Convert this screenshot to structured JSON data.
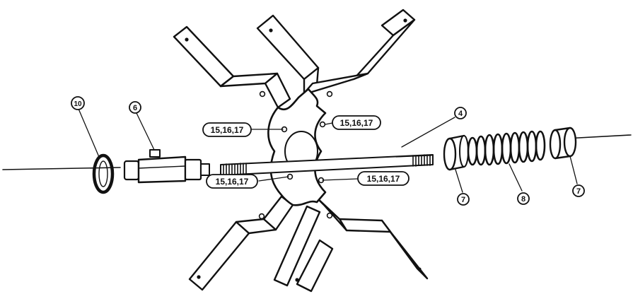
{
  "callouts": {
    "upper_left": "15,16,17",
    "upper_right": "15,16,17",
    "lower_left": "15,16,17",
    "lower_right": "15,16,17",
    "shaft": "4",
    "washer_left": "7",
    "spring": "8",
    "washer_right": "7",
    "coupling": "6",
    "o_ring": "10"
  }
}
